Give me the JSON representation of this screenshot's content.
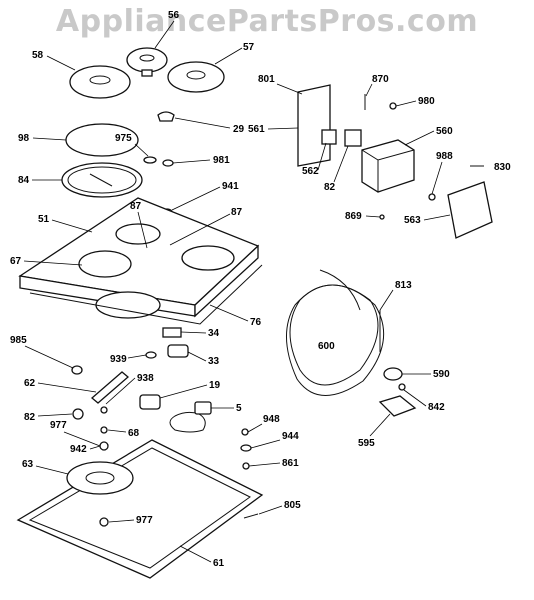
{
  "watermark": "AppliancePartsPros.com",
  "labels": {
    "p56": "56",
    "p58": "58",
    "p57": "57",
    "p98": "98",
    "p975": "975",
    "p29": "29",
    "p981": "981",
    "p84": "84",
    "p941": "941",
    "p87a": "87",
    "p87b": "87",
    "p51": "51",
    "p67": "67",
    "p76": "76",
    "p34": "34",
    "p985": "985",
    "p939": "939",
    "p33": "33",
    "p62": "62",
    "p938": "938",
    "p19": "19",
    "p82a": "82",
    "p5": "5",
    "p68": "68",
    "p977a": "977",
    "p942": "942",
    "p63": "63",
    "p977b": "977",
    "p61": "61",
    "p948": "948",
    "p944": "944",
    "p861": "861",
    "p805": "805",
    "p801": "801",
    "p870": "870",
    "p980": "980",
    "p561": "561",
    "p560": "560",
    "p562": "562",
    "p82b": "82",
    "p988": "988",
    "p830": "830",
    "p869": "869",
    "p563": "563",
    "p813": "813",
    "p600": "600",
    "p590": "590",
    "p842": "842",
    "p595": "595"
  }
}
